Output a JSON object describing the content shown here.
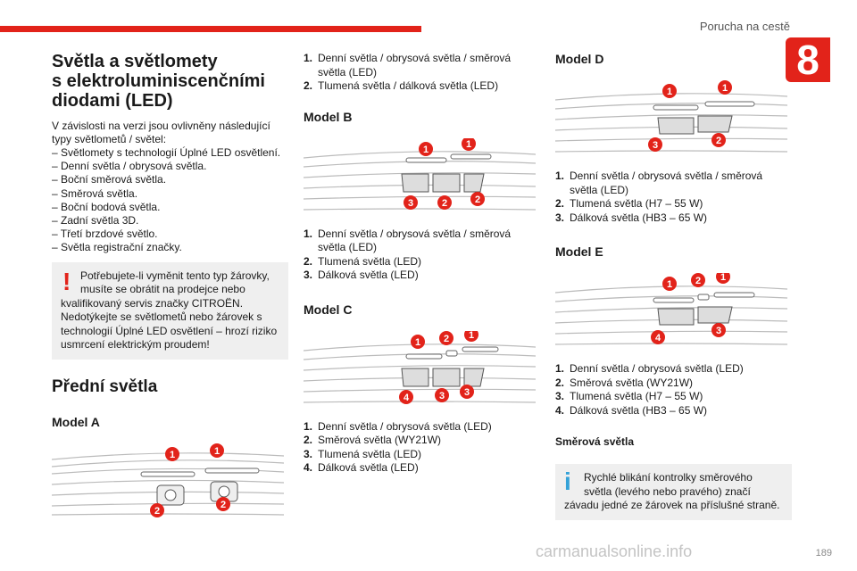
{
  "header": {
    "title": "Porucha na cestě",
    "chapter": "8",
    "page": "189"
  },
  "watermark": "carmanualsonline.info",
  "col1": {
    "title_lines": [
      "Světla a světlomety",
      "s elektroluminiscenčními",
      "diodami (LED)"
    ],
    "intro": "V závislosti na verzi jsou ovlivněny následující typy světlometů / světel:",
    "list": [
      "Světlomety s technologií Úplné LED osvětlení.",
      "Denní světla / obrysová světla.",
      "Boční směrová světla.",
      "Směrová světla.",
      "Boční bodová světla.",
      "Zadní světla 3D.",
      "Třetí brzdové světlo.",
      "Světla registrační značky."
    ],
    "warning_mark": "!",
    "warning_first": "Potřebujete-li vyměnit tento typ žárovky, musíte se obrátit na prodejce nebo",
    "warning_rest": "kvalifikovaný servis značky CITROËN. Nedotýkejte se světlometů nebo žárovek s technologií Úplné LED osvětlení – hrozí riziko usmrcení elektrickým proudem!",
    "section2": "Přední světla",
    "modelA": "Model A"
  },
  "col2": {
    "modelA_items": [
      {
        "num": "1.",
        "text": "Denní světla / obrysová světla / směrová světla (LED)"
      },
      {
        "num": "2.",
        "text": "Tlumená světla / dálková světla (LED)"
      }
    ],
    "modelB": "Model B",
    "modelB_items": [
      {
        "num": "1.",
        "text": "Denní světla / obrysová světla / směrová světla (LED)"
      },
      {
        "num": "2.",
        "text": "Tlumená světla (LED)"
      },
      {
        "num": "3.",
        "text": "Dálková světla (LED)"
      }
    ],
    "modelC": "Model C",
    "modelC_items": [
      {
        "num": "1.",
        "text": "Denní světla / obrysová světla (LED)"
      },
      {
        "num": "2.",
        "text": "Směrová světla (WY21W)"
      },
      {
        "num": "3.",
        "text": "Tlumená světla (LED)"
      },
      {
        "num": "4.",
        "text": "Dálková světla (LED)"
      }
    ]
  },
  "col3": {
    "modelD": "Model D",
    "modelD_items": [
      {
        "num": "1.",
        "text": "Denní světla / obrysová světla / směrová světla (LED)"
      },
      {
        "num": "2.",
        "text": "Tlumená světla (H7 – 55 W)"
      },
      {
        "num": "3.",
        "text": "Dálková světla (HB3 – 65 W)"
      }
    ],
    "modelE": "Model E",
    "modelE_items": [
      {
        "num": "1.",
        "text": "Denní světla / obrysová světla (LED)"
      },
      {
        "num": "2.",
        "text": "Směrová světla (WY21W)"
      },
      {
        "num": "3.",
        "text": "Tlumená světla (H7 – 55 W)"
      },
      {
        "num": "4.",
        "text": "Dálková světla (HB3 – 65 W)"
      }
    ],
    "turn_heading": "Směrová světla",
    "info_mark": "i",
    "info_first": "Rychlé blikání kontrolky směrového světla (levého nebo pravého) značí",
    "info_rest": "závadu jedné ze žárovek na příslušné straně."
  },
  "callouts": {
    "A": [
      "1",
      "1",
      "2",
      "2"
    ],
    "B": [
      "1",
      "1",
      "3",
      "2",
      "2"
    ],
    "C": [
      "1",
      "2",
      "1",
      "4",
      "3",
      "3"
    ],
    "D": [
      "1",
      "1",
      "3",
      "2"
    ],
    "E": [
      "1",
      "2",
      "1",
      "4",
      "3"
    ]
  },
  "colors": {
    "accent": "#e2231a",
    "info": "#34a2d8",
    "box": "#efefef"
  }
}
